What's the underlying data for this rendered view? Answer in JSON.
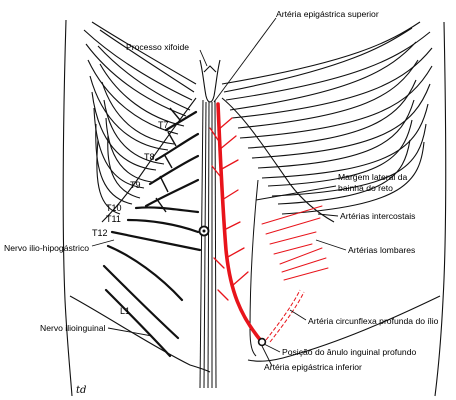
{
  "labels": {
    "superior_epigastric": "Artéria epigástrica superior",
    "xiphoid": "Processo xifoide",
    "lateral_margin_line1": "Margem lateral da",
    "lateral_margin_line2": "bainha do reto",
    "intercostal_arteries": "Artérias intercostais",
    "lumbar_arteries": "Artérias lombares",
    "iliohypogastric": "Nervo ilio-hipogástrico",
    "ilioinguinal": "Nervo ilioinguinal",
    "deep_circumflex_iliac": "Artéria circunflexa profunda do ílio",
    "deep_inguinal_ring": "Posição do ânulo inguinal profundo",
    "inferior_epigastric": "Artéria epigástrica inferior"
  },
  "segments": {
    "t7": "T7",
    "t8": "T8",
    "t9": "T9",
    "t10": "T10",
    "t11": "T11",
    "t12": "T12",
    "l1": "L1"
  },
  "signature": "td",
  "colors": {
    "artery": "#e8141b",
    "line": "#111111"
  }
}
